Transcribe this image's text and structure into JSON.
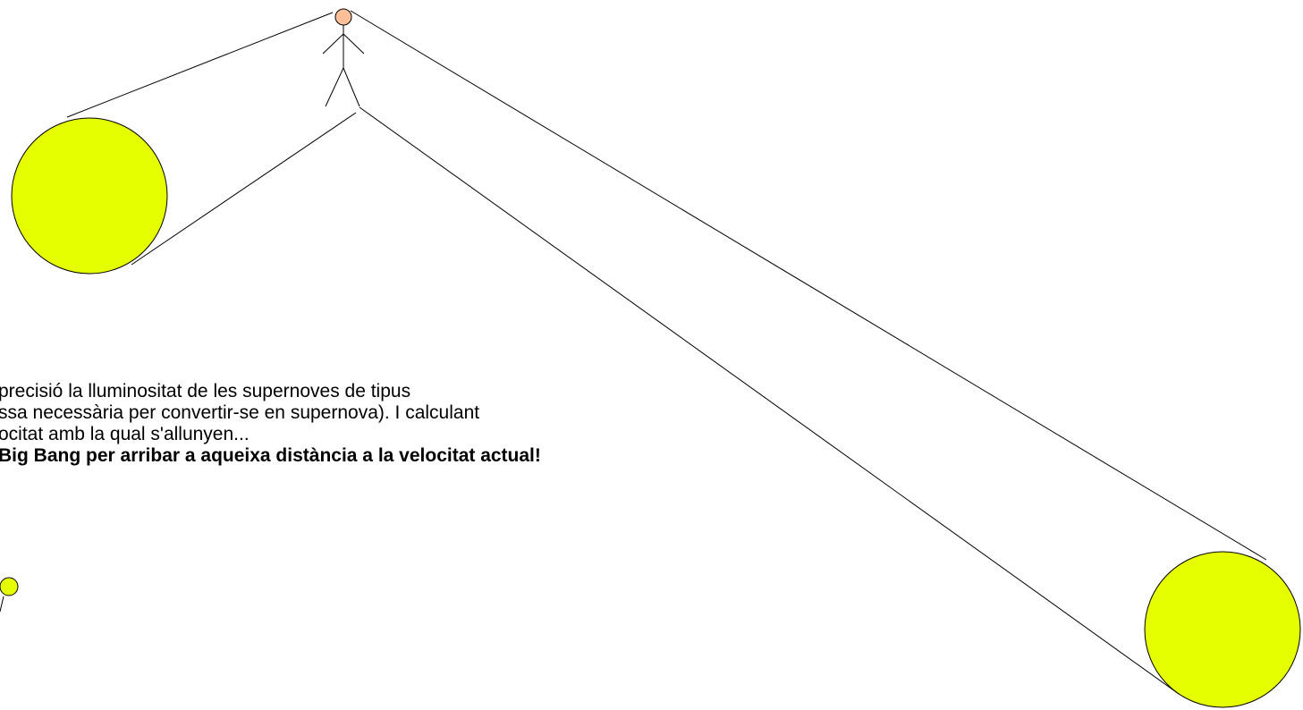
{
  "colors": {
    "star_fill": "#e6ff00",
    "head_fill": "#ffc099",
    "stroke": "#000000",
    "background": "#ffffff"
  },
  "text": {
    "line1": "  precisió la lluminositat de les supernoves de tipus",
    "line2": "ssa necessària per convertir-se en supernova). I calculant",
    "line3": "ocitat amb la qual s'allunyen...",
    "line4": "  Big Bang per arribar a aqueixa distància a la velocitat actual!"
  }
}
